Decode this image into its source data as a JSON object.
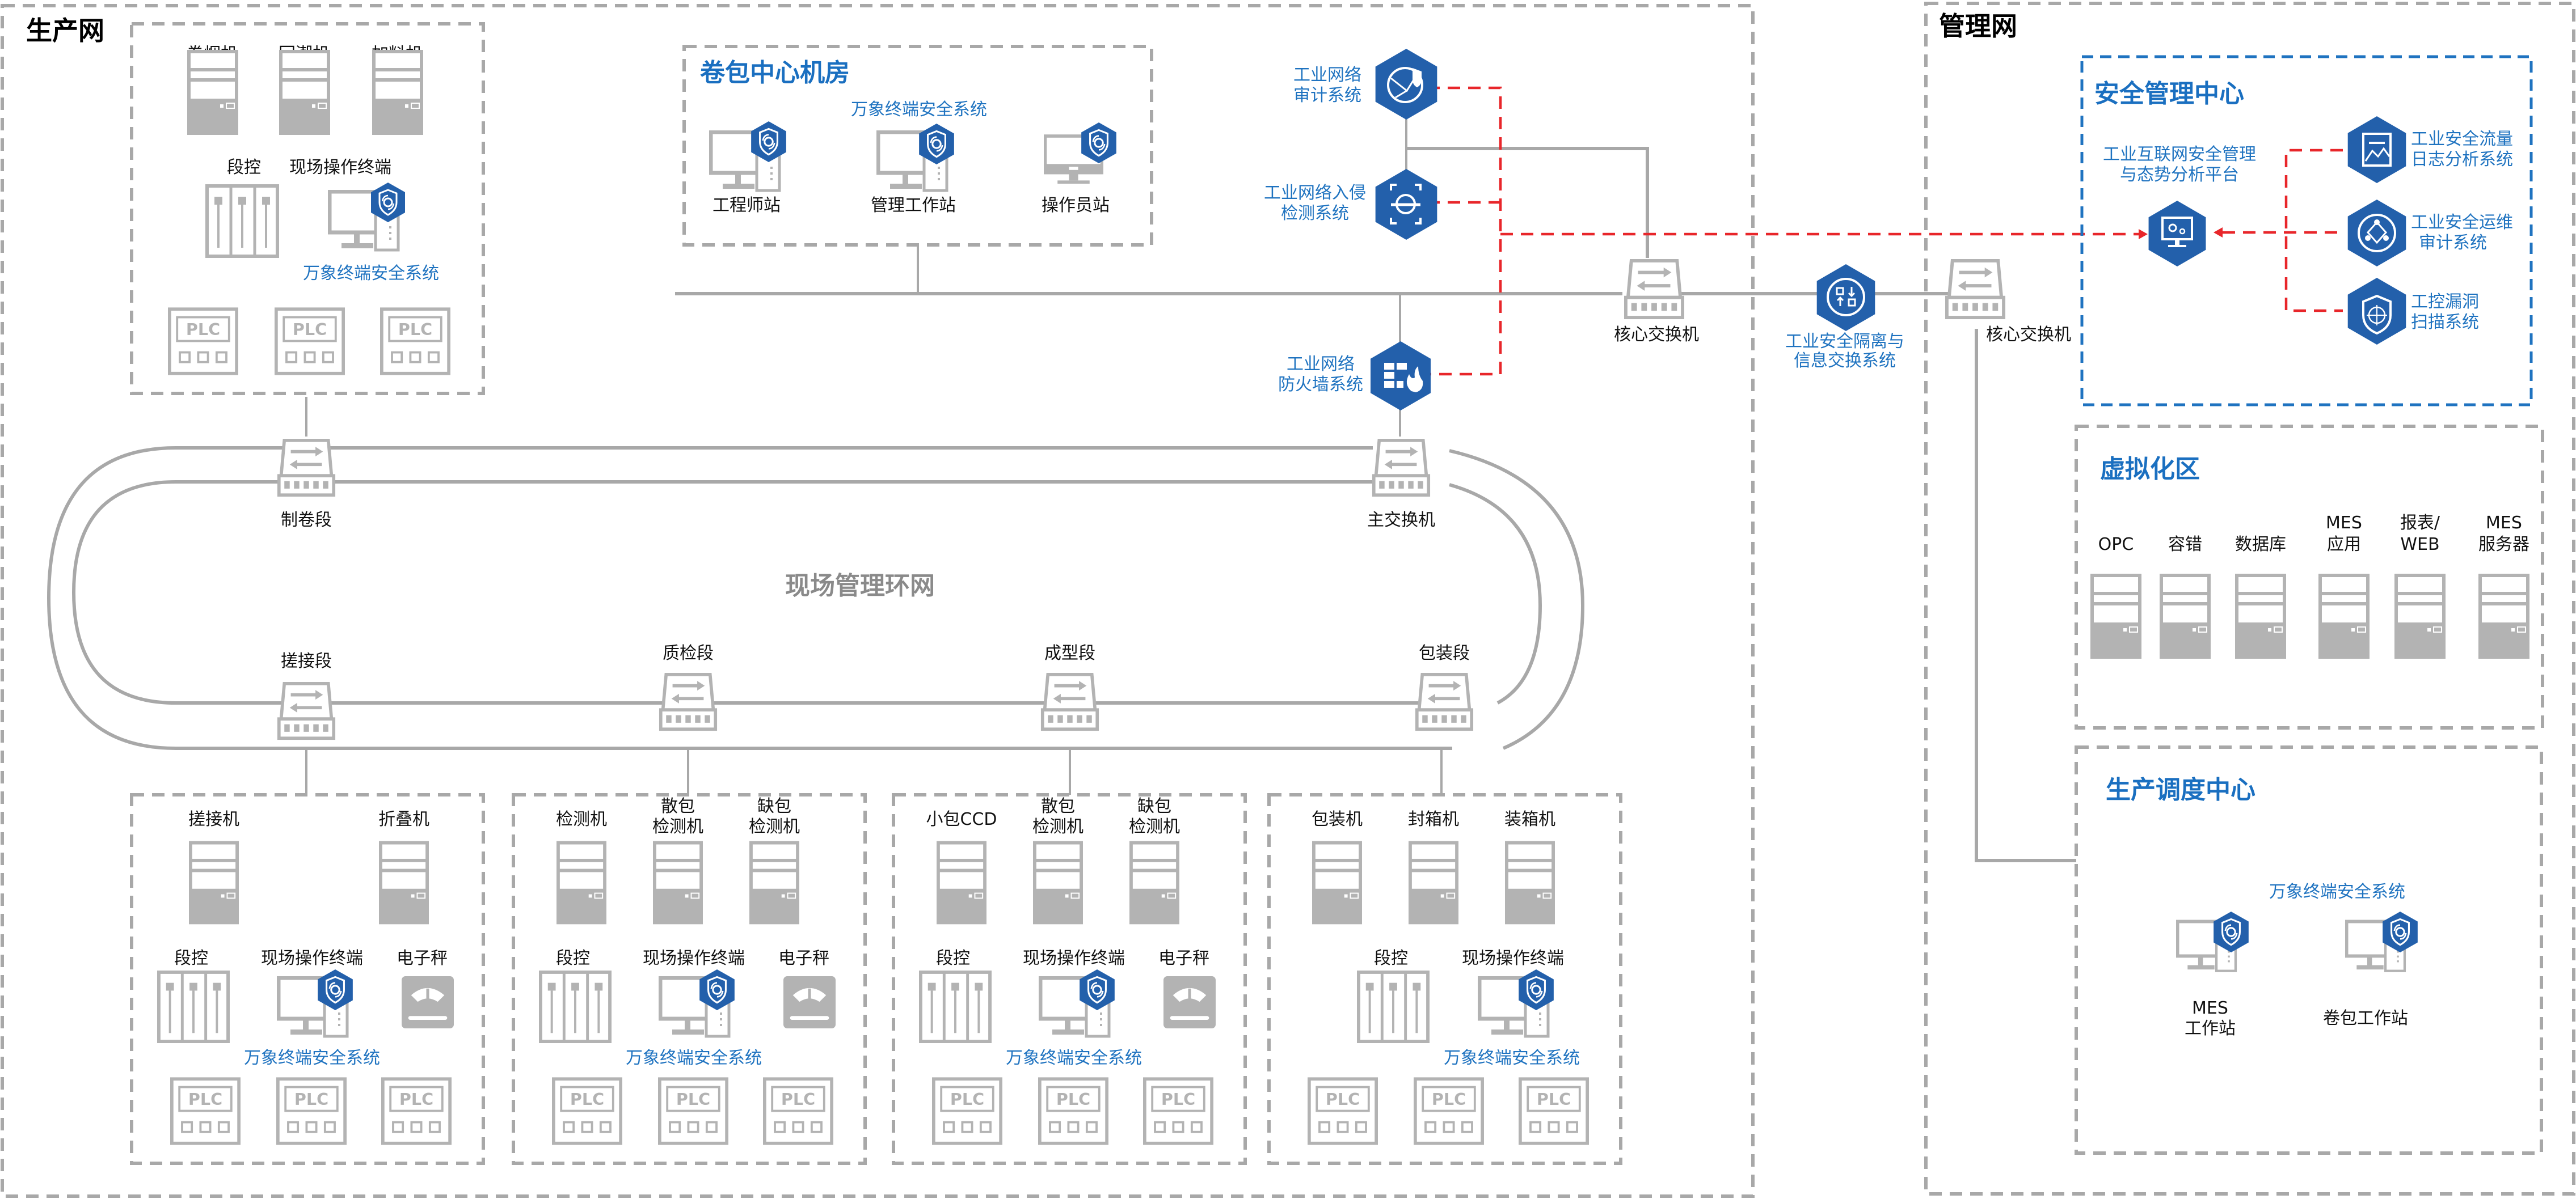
{
  "zones": {
    "production_net": {
      "title": "生产网"
    },
    "management_net": {
      "title": "管理网"
    }
  },
  "colors": {
    "accent_blue": "#1f73c0",
    "hex_blue": "#2360ab",
    "device_gray": "#b3b3b3",
    "link_gray": "#a8a8a8",
    "alert_red": "#e8262a"
  },
  "top_left_group": {
    "machines": [
      "卷烟机",
      "回潮机",
      "加料机"
    ],
    "section_control": "段控",
    "field_terminal": "现场操作终端",
    "endpoint_security": "万象终端安全系统",
    "plc_label": "PLC"
  },
  "roll_pack_center": {
    "title": "卷包中心机房",
    "endpoint_security": "万象终端安全系统",
    "stations": [
      "工程师站",
      "管理工作站",
      "操作员站"
    ]
  },
  "security_devices": {
    "audit": "工业网络\n审计系统",
    "audit_lines": [
      "工业网络",
      "审计系统"
    ],
    "ids_lines": [
      "工业网络入侵",
      "检测系统"
    ],
    "firewall_lines": [
      "工业网络",
      "防火墙系统"
    ],
    "gateway_lines": [
      "工业安全隔离与",
      "信息交换系统"
    ]
  },
  "switches": {
    "core_left": "核心交换机",
    "core_right": "核心交换机",
    "main": "主交换机",
    "roll_section": "制卷段",
    "splice_section": "搓接段",
    "qc_section": "质检段",
    "forming_section": "成型段",
    "packing_section": "包装段"
  },
  "ring": {
    "title": "现场管理环网"
  },
  "security_center": {
    "title": "安全管理中心",
    "platform_lines": [
      "工业互联网安全管理",
      "与态势分析平台"
    ],
    "systems": [
      {
        "lines": [
          "工业安全流量",
          "日志分析系统"
        ],
        "icon": "chart-monitor-icon"
      },
      {
        "lines": [
          "工业安全运维",
          "审计系统"
        ],
        "icon": "network-nodes-icon"
      },
      {
        "lines": [
          "工控漏洞",
          "扫描系统"
        ],
        "icon": "shield-radar-icon"
      }
    ]
  },
  "virtualization": {
    "title": "虚拟化区",
    "servers": [
      {
        "lines": [
          "OPC"
        ]
      },
      {
        "lines": [
          "容错"
        ]
      },
      {
        "lines": [
          "数据库"
        ]
      },
      {
        "lines": [
          "MES",
          "应用"
        ]
      },
      {
        "lines": [
          "报表/",
          "WEB"
        ]
      },
      {
        "lines": [
          "MES",
          "服务器"
        ]
      }
    ]
  },
  "dispatch_center": {
    "title": "生产调度中心",
    "endpoint_security": "万象终端安全系统",
    "stations": [
      {
        "lines": [
          "MES",
          "工作站"
        ]
      },
      {
        "lines": [
          "卷包工作站"
        ]
      }
    ]
  },
  "bottom_groups": [
    {
      "machines": [
        {
          "lines": [
            "搓接机"
          ]
        },
        {
          "lines": [
            "折叠机"
          ]
        }
      ],
      "section_control": "段控",
      "field_terminal": "现场操作终端",
      "scale": "电子秤",
      "endpoint_security": "万象终端安全系统"
    },
    {
      "machines": [
        {
          "lines": [
            "检测机"
          ]
        },
        {
          "lines": [
            "散包",
            "检测机"
          ]
        },
        {
          "lines": [
            "缺包",
            "检测机"
          ]
        }
      ],
      "section_control": "段控",
      "field_terminal": "现场操作终端",
      "scale": "电子秤",
      "endpoint_security": "万象终端安全系统"
    },
    {
      "machines": [
        {
          "lines": [
            "小包CCD"
          ]
        },
        {
          "lines": [
            "散包",
            "检测机"
          ]
        },
        {
          "lines": [
            "缺包",
            "检测机"
          ]
        }
      ],
      "section_control": "段控",
      "field_terminal": "现场操作终端",
      "scale": "电子秤",
      "endpoint_security": "万象终端安全系统"
    },
    {
      "machines": [
        {
          "lines": [
            "包装机"
          ]
        },
        {
          "lines": [
            "封箱机"
          ]
        },
        {
          "lines": [
            "装箱机"
          ]
        }
      ],
      "section_control": "段控",
      "field_terminal": "现场操作终端",
      "scale": "",
      "endpoint_security": "万象终端安全系统"
    }
  ]
}
